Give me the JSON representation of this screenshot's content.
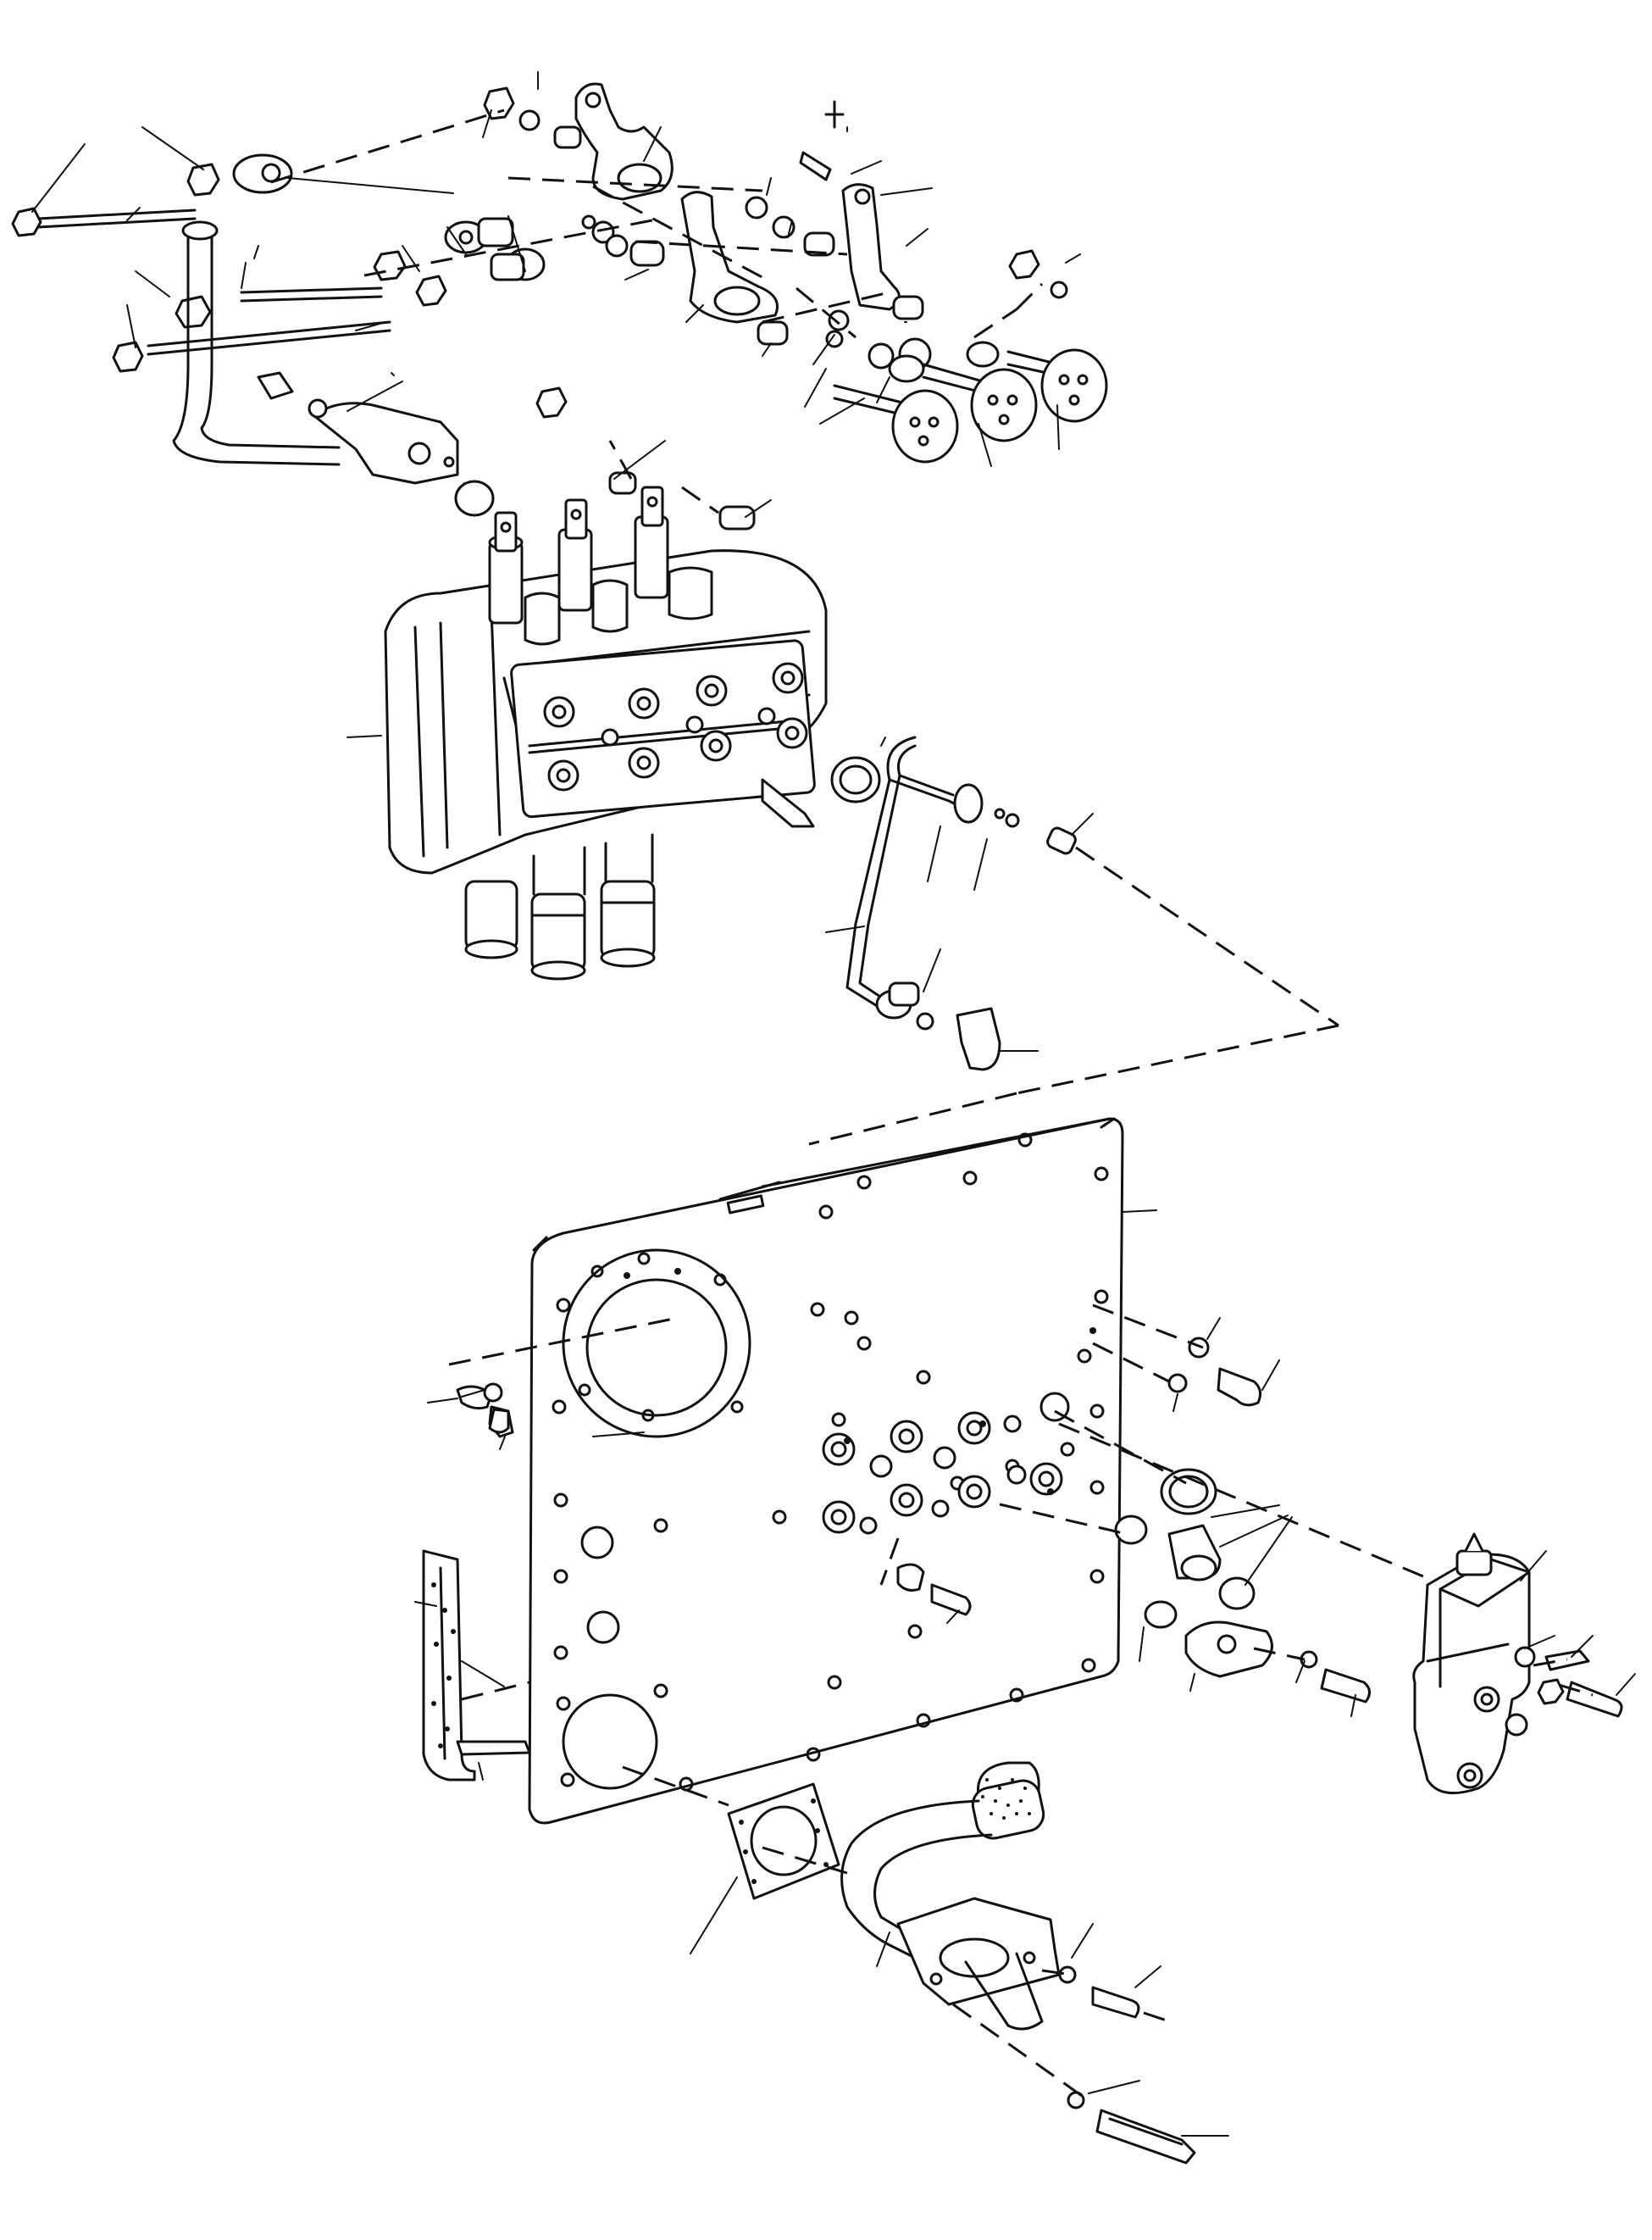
{
  "diagram": {
    "kind": "exploded-parts-view",
    "colors": {
      "ink": "#111111",
      "paper": "#ffffff"
    },
    "parts": [
      {
        "name": "control-valve-block"
      },
      {
        "name": "mounting-plate"
      },
      {
        "name": "hydraulic-tube"
      },
      {
        "name": "relief-valve"
      },
      {
        "name": "control-lever-linkage"
      },
      {
        "name": "filter-pipe"
      },
      {
        "name": "gasket"
      },
      {
        "name": "seal-strip"
      }
    ],
    "leader_count": 60
  }
}
